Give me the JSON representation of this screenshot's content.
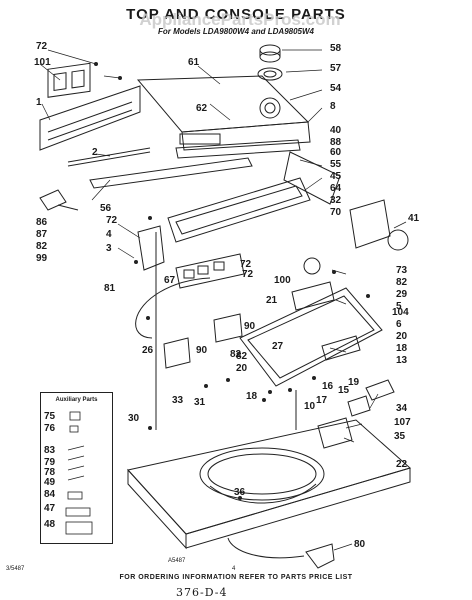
{
  "header": {
    "title": "TOP AND CONSOLE PARTS",
    "subtitle": "For Models LDA9800W4 and LDA9805W4",
    "watermark": "AppliancePartsPros.com"
  },
  "footer": {
    "instruction": "FOR ORDERING INFORMATION REFER TO PARTS PRICE LIST",
    "page_number": "4",
    "doc_code": "3/5487",
    "handwritten_code": "376-D-4",
    "figure_tag": "A5487"
  },
  "aux_box": {
    "title": "Auxiliary Parts",
    "labels": [
      "75",
      "76",
      "83",
      "79",
      "78",
      "49",
      "84",
      "47",
      "48"
    ]
  },
  "callouts": [
    "72",
    "101",
    "1",
    "2",
    "56",
    "86",
    "87",
    "82",
    "99",
    "61",
    "62",
    "58",
    "57",
    "54",
    "8",
    "40",
    "88",
    "60",
    "55",
    "45",
    "64",
    "32",
    "70",
    "41",
    "72",
    "4",
    "3",
    "67",
    "72",
    "73",
    "82",
    "29",
    "5",
    "100",
    "21",
    "104",
    "6",
    "20",
    "18",
    "13",
    "81",
    "26",
    "90",
    "90",
    "27",
    "82",
    "20",
    "19",
    "15",
    "16",
    "34",
    "33",
    "31",
    "18",
    "17",
    "10",
    "107",
    "35",
    "30",
    "22",
    "36",
    "80",
    "82",
    "72"
  ]
}
